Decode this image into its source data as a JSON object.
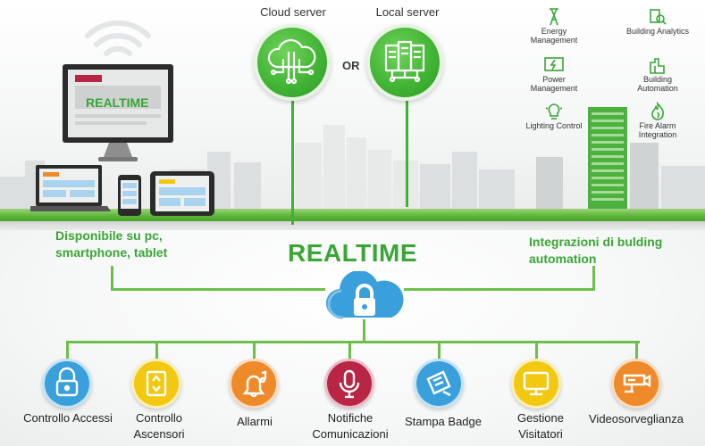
{
  "top": {
    "cloud_label": "Cloud server",
    "local_label": "Local server",
    "or_label": "OR",
    "screen_text": "REALTIME"
  },
  "building": {
    "items": [
      {
        "label": "Energy Management",
        "icon": "energy-icon"
      },
      {
        "label": "Building Analytics",
        "icon": "analytics-icon"
      },
      {
        "label": "Power Management",
        "icon": "power-icon"
      },
      {
        "label": "Building Automation",
        "icon": "automation-icon"
      },
      {
        "label": "Lighting Control",
        "icon": "lightbulb-icon"
      },
      {
        "label": "Fire Alarm Integration",
        "icon": "fire-icon"
      }
    ]
  },
  "middle": {
    "left_text": "Disponibile su pc, smartphone, tablet",
    "right_text": "Integrazioni di bulding automation",
    "title": "REALTIME"
  },
  "modules": [
    {
      "label": "Controllo Accessi",
      "color": "#3aa0dc",
      "icon": "lock-icon"
    },
    {
      "label": "Controllo Ascensori",
      "color": "#f2c811",
      "icon": "elevator-icon"
    },
    {
      "label": "Allarmi",
      "color": "#ef8a2b",
      "icon": "bell-icon"
    },
    {
      "label": "Notifiche Comunicazioni",
      "color": "#b82545",
      "icon": "microphone-icon"
    },
    {
      "label": "Stampa Badge",
      "color": "#3aa0dc",
      "icon": "badge-icon"
    },
    {
      "label": "Gestione Visitatori",
      "color": "#f2c811",
      "icon": "monitor-icon"
    },
    {
      "label": "Videosorveglianza",
      "color": "#ef8a2b",
      "icon": "camera-icon"
    }
  ],
  "colors": {
    "green": "#3aa635",
    "line_green": "#6cc04a",
    "cloud_blue": "#3aa0dc"
  }
}
